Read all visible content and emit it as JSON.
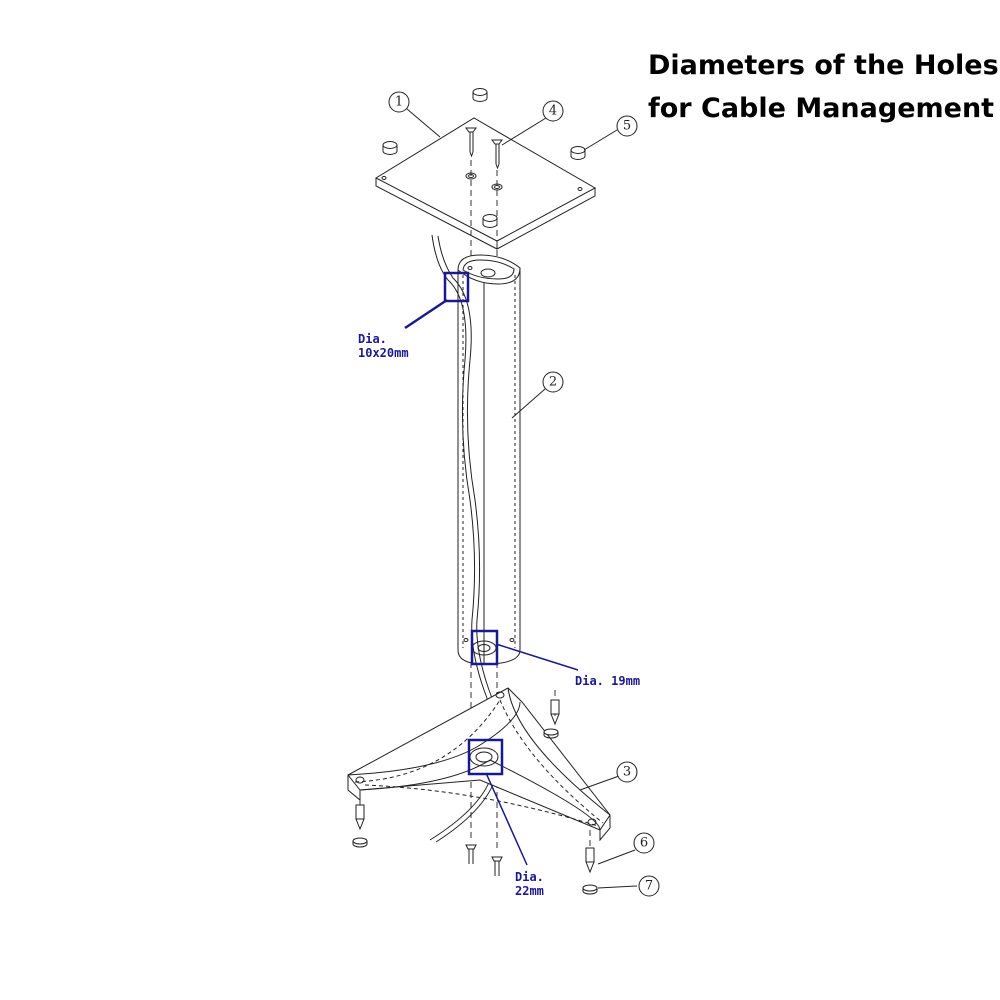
{
  "title": {
    "line1": "Diameters of the Holes",
    "line2": "for Cable Management"
  },
  "hole_labels": [
    {
      "prefix": "Dia.",
      "size": "10x20mm"
    },
    {
      "prefix": "Dia.",
      "size": "19mm"
    },
    {
      "prefix": "Dia.",
      "size": "22mm"
    }
  ],
  "part_callouts": [
    "1",
    "2",
    "3",
    "4",
    "5",
    "6",
    "7"
  ],
  "colors": {
    "line": "#222222",
    "highlight": "#1a1a8c",
    "background": "#ffffff"
  }
}
